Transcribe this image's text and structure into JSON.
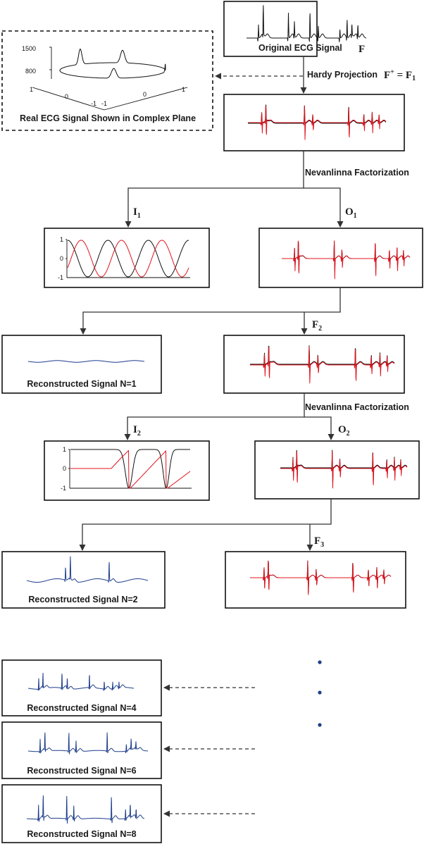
{
  "colors": {
    "original": "#111111",
    "processed": "#e0141e",
    "reconstructed": "#1f3e8c",
    "inner_black": "#111111",
    "inner_red": "#e0141e"
  },
  "labels": {
    "original_signal": "Original ECG Signal",
    "original_symbol": "F",
    "hardy_projection": "Hardy Projection",
    "hardy_formula_lhs": "F",
    "hardy_formula_sup": "+",
    "hardy_formula_mid": " = F",
    "hardy_formula_sub": "1",
    "complex_plane_caption": "Real ECG Signal Shown in Complex Plane",
    "nevanlinna_1": "Nevanlinna Factorization",
    "nevanlinna_2": "Nevanlinna Factorization",
    "I1": "I",
    "I1_sub": "1",
    "O1": "O",
    "O1_sub": "1",
    "F2": "F",
    "F2_sub": "2",
    "I2": "I",
    "I2_sub": "2",
    "O2": "O",
    "O2_sub": "2",
    "F3": "F",
    "F3_sub": "3",
    "recon_1": "Reconstructed Signal N=1",
    "recon_2": "Reconstructed Signal N=2",
    "recon_4": "Reconstructed Signal N=4",
    "recon_6": "Reconstructed Signal N=6",
    "recon_8": "Reconstructed Signal N=8"
  },
  "complex_plot_ticks": {
    "z_top": "1500",
    "z_bottom": "800",
    "x_left": "1",
    "x_mid": "0",
    "x_right": "-1",
    "y_left": "-1",
    "y_mid": "0",
    "y_right": "1"
  },
  "inner_plot_ticks": {
    "i1_top": "1",
    "i1_mid": "0",
    "i1_bottom": "-1",
    "i2_top": "1",
    "i2_mid": "0",
    "i2_bottom": "-1"
  },
  "ellipsis_dots": 3
}
